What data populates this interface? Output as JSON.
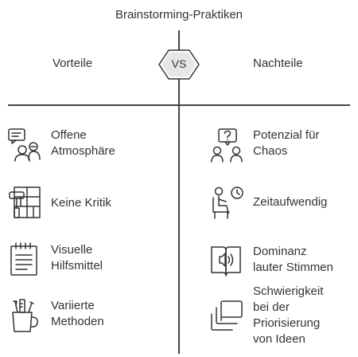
{
  "title": "Brainstorming-Praktiken",
  "vs_label": "VS",
  "columns": {
    "left": {
      "heading": "Vorteile",
      "items": [
        {
          "label": "Offene\nAtmosphäre",
          "icon": "people-chat-icon"
        },
        {
          "label": "Keine Kritik",
          "icon": "painting-icon"
        },
        {
          "label": "Visuelle\nHilfsmittel",
          "icon": "notepad-icon"
        },
        {
          "label": "Variierte\nMethoden",
          "icon": "tool-cup-icon"
        }
      ]
    },
    "right": {
      "heading": "Nachteile",
      "items": [
        {
          "label": "Potenzial für\nChaos",
          "icon": "question-people-icon"
        },
        {
          "label": "Zeitaufwendig",
          "icon": "person-clock-icon"
        },
        {
          "label": "Dominanz\nlauter Stimmen",
          "icon": "speaker-book-icon"
        },
        {
          "label": "Schwierigkeit\nbei der\nPriorisierung\nvon Ideen",
          "icon": "stacked-cards-icon"
        }
      ]
    }
  }
}
